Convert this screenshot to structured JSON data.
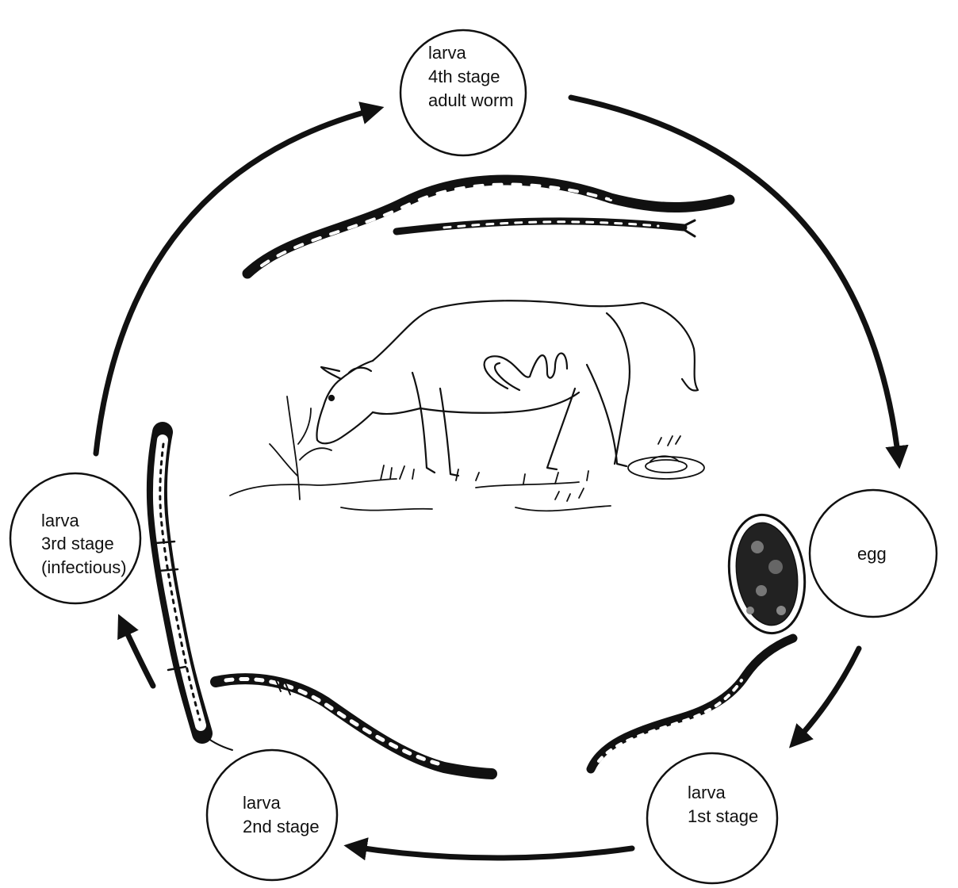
{
  "diagram": {
    "colors": {
      "ink": "#111111",
      "background": "#ffffff"
    },
    "stages": [
      {
        "id": "adult",
        "lines": [
          "larva",
          "4th stage",
          "adult worm"
        ]
      },
      {
        "id": "egg",
        "lines": [
          "egg"
        ]
      },
      {
        "id": "l1",
        "lines": [
          "larva",
          "1st stage"
        ]
      },
      {
        "id": "l2",
        "lines": [
          "larva",
          "2nd stage"
        ]
      },
      {
        "id": "l3",
        "lines": [
          "larva",
          "3rd stage",
          "(infectious)"
        ]
      }
    ],
    "illustrations": [
      "adult-worms",
      "grazing-cow",
      "egg",
      "first-stage-larva",
      "second-stage-larva",
      "third-stage-larva"
    ]
  }
}
